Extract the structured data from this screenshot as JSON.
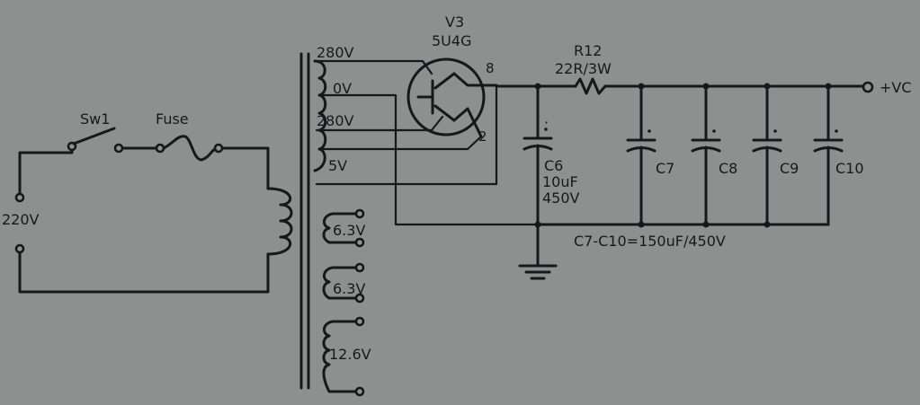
{
  "colors": {
    "paper": "#8c9190",
    "ink": "#16191a"
  },
  "input": {
    "voltage": "220V",
    "switch": "Sw1",
    "fuse": "Fuse"
  },
  "transformer": {
    "secondary_taps": [
      "280V",
      "0V",
      "280V",
      "5V"
    ],
    "filament_windings": [
      "6.3V",
      "6.3V",
      "12.6V"
    ]
  },
  "rectifier": {
    "ref": "V3",
    "type": "5U4G",
    "pin_plate_pin": "8",
    "pin_filament_pin": "2"
  },
  "resistor": {
    "ref": "R12",
    "value": "22R/3W"
  },
  "capacitors": {
    "c6": {
      "ref": "C6",
      "value": "10uF",
      "voltage": "450V"
    },
    "bank_refs": [
      "C7",
      "C8",
      "C9",
      "C10"
    ],
    "bank_value": "C7-C10=150uF/450V"
  },
  "output": {
    "label": "+VC"
  }
}
